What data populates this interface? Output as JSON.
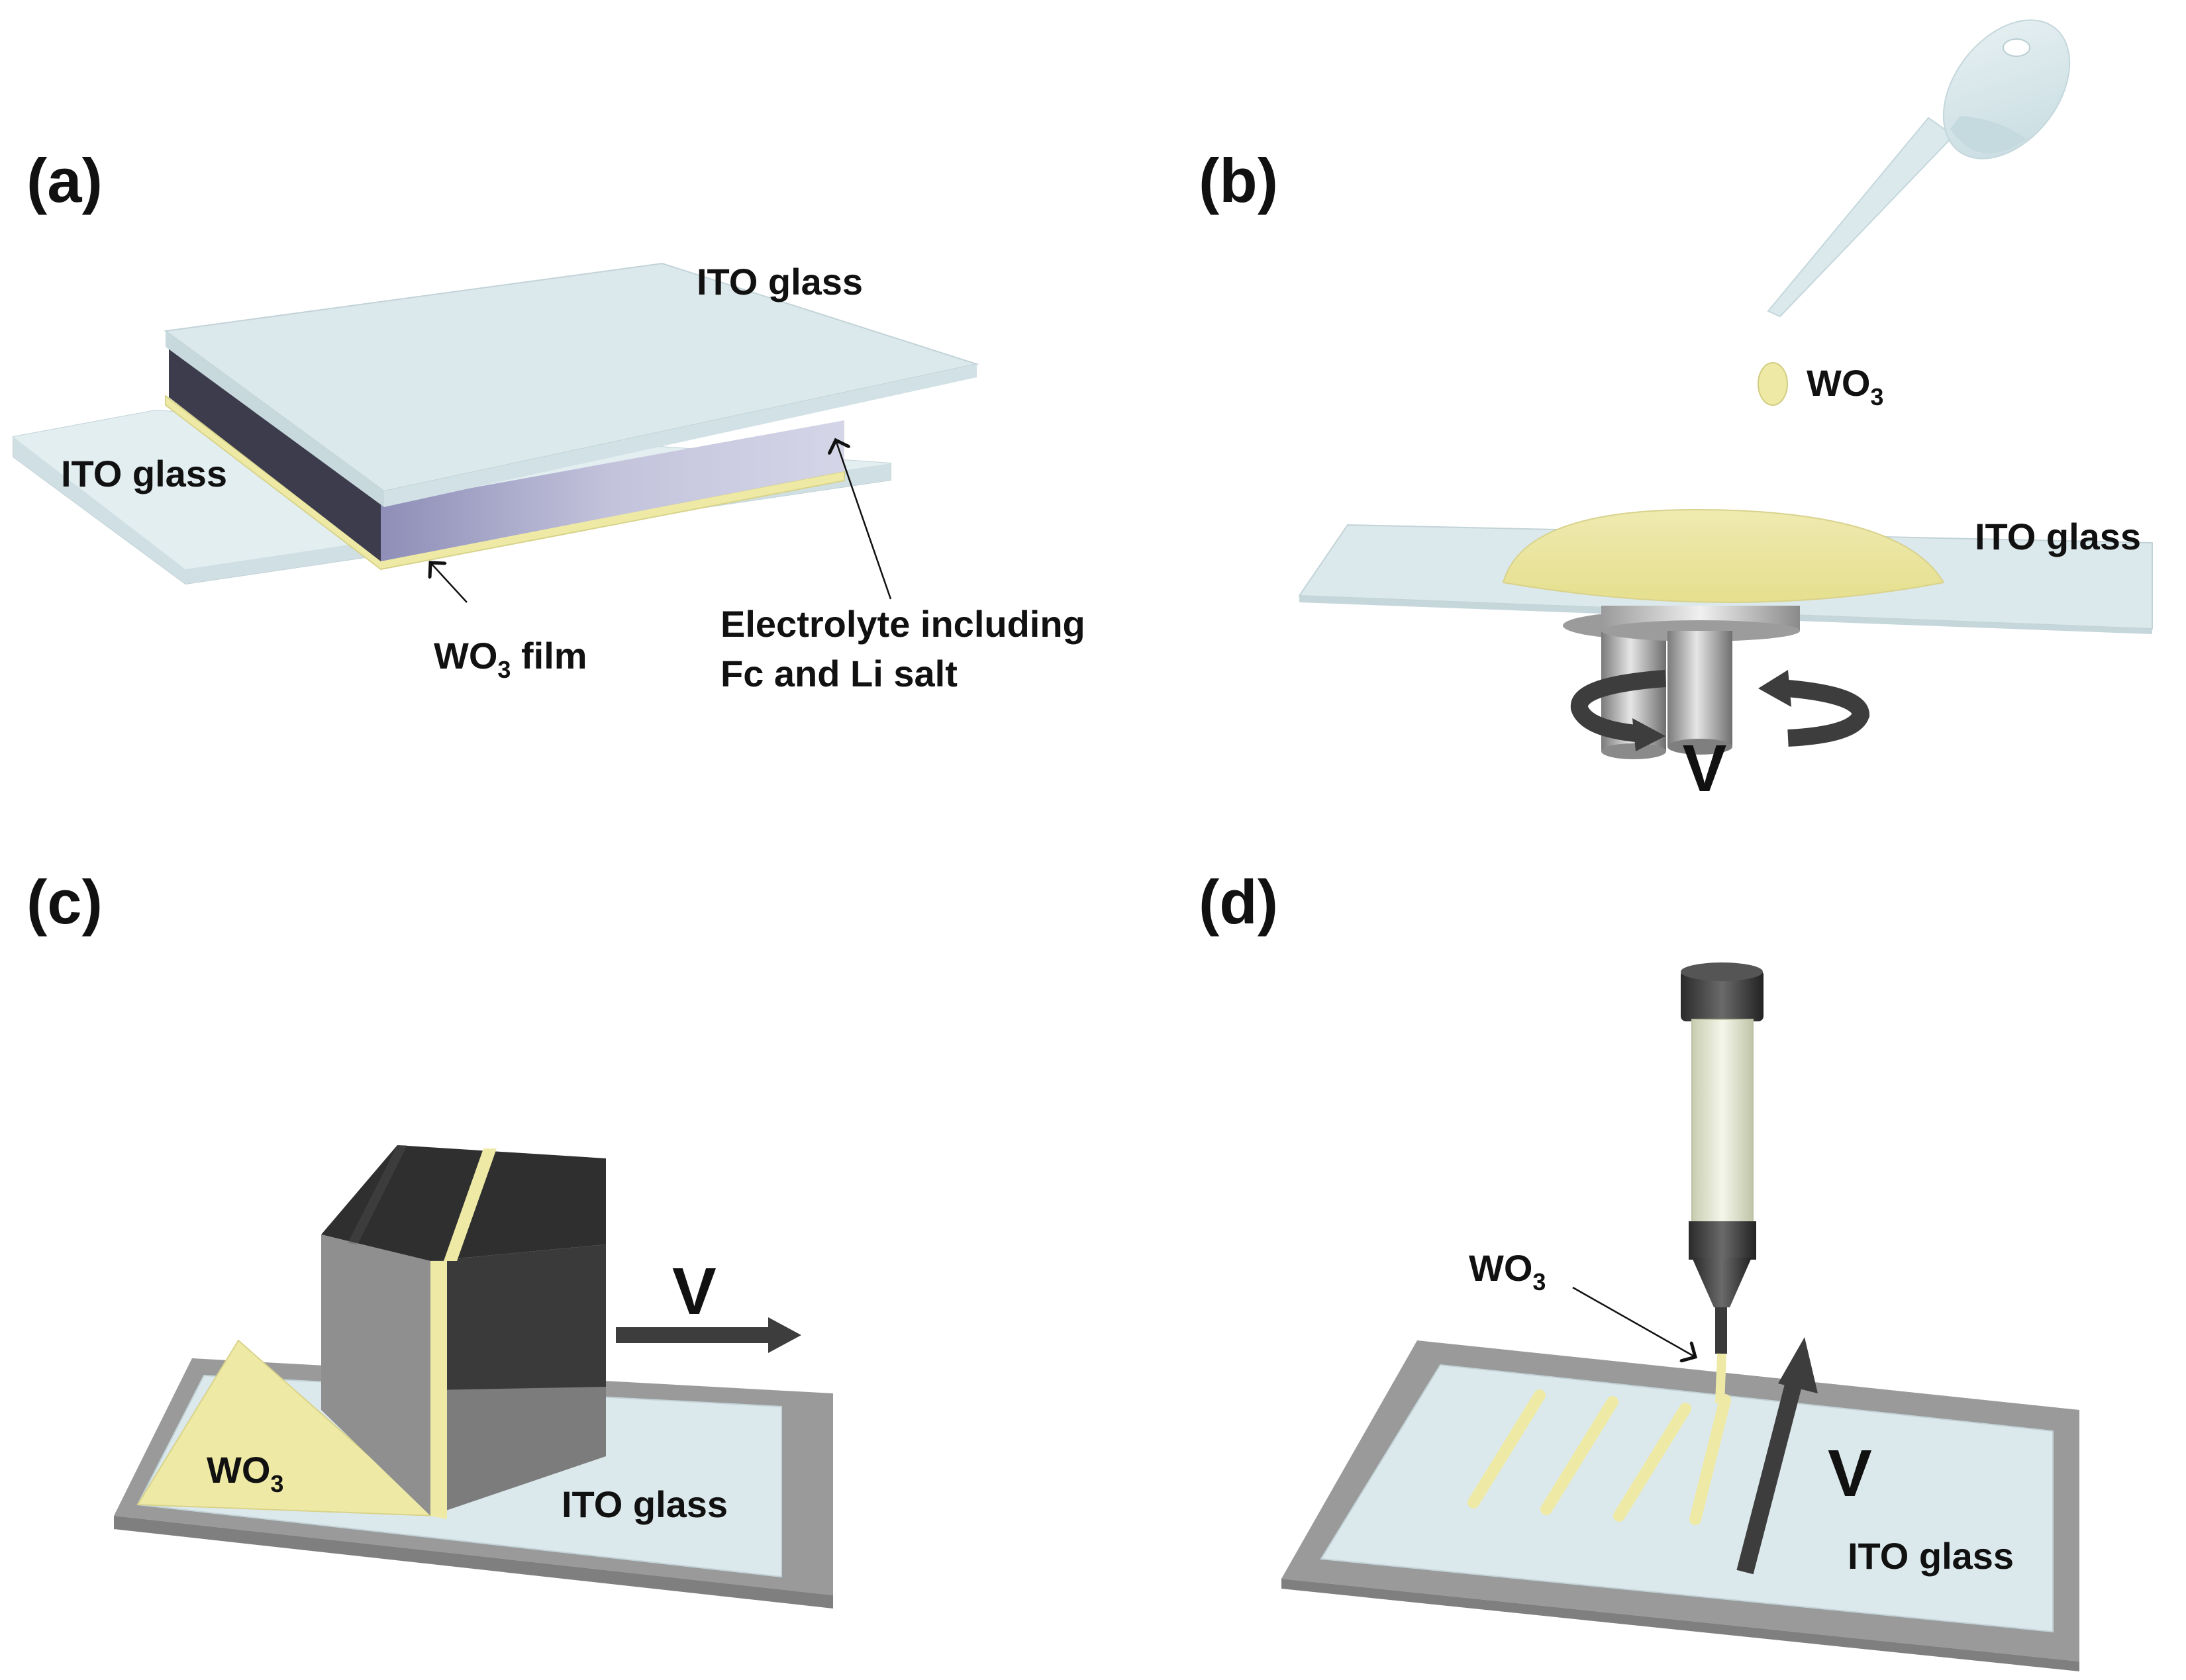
{
  "panels": {
    "a": {
      "label": "(a)",
      "top_glass": "ITO glass",
      "bottom_glass": "ITO glass",
      "film_prefix": "WO",
      "film_sub": "3",
      "film_suffix": " film",
      "electrolyte_line1": "Electrolyte including",
      "electrolyte_line2": "Fc and Li salt"
    },
    "b": {
      "label": "(b)",
      "drop_prefix": "WO",
      "drop_sub": "3",
      "glass": "ITO glass",
      "velocity": "V"
    },
    "c": {
      "label": "(c)",
      "film_prefix": "WO",
      "film_sub": "3",
      "glass": "ITO glass",
      "velocity": "V"
    },
    "d": {
      "label": "(d)",
      "ink_prefix": "WO",
      "ink_sub": "3",
      "glass": "ITO glass",
      "velocity": "V"
    }
  },
  "colors": {
    "ito_glass": "#dce9ec",
    "wo3": "#eeeaa6",
    "electrolyte": "#c3c3dc",
    "dark_block": "#3a3a3a",
    "gray_block": "#8f8f8f",
    "frame": "#9a9a9a",
    "arrow": "#3d3d3d"
  }
}
